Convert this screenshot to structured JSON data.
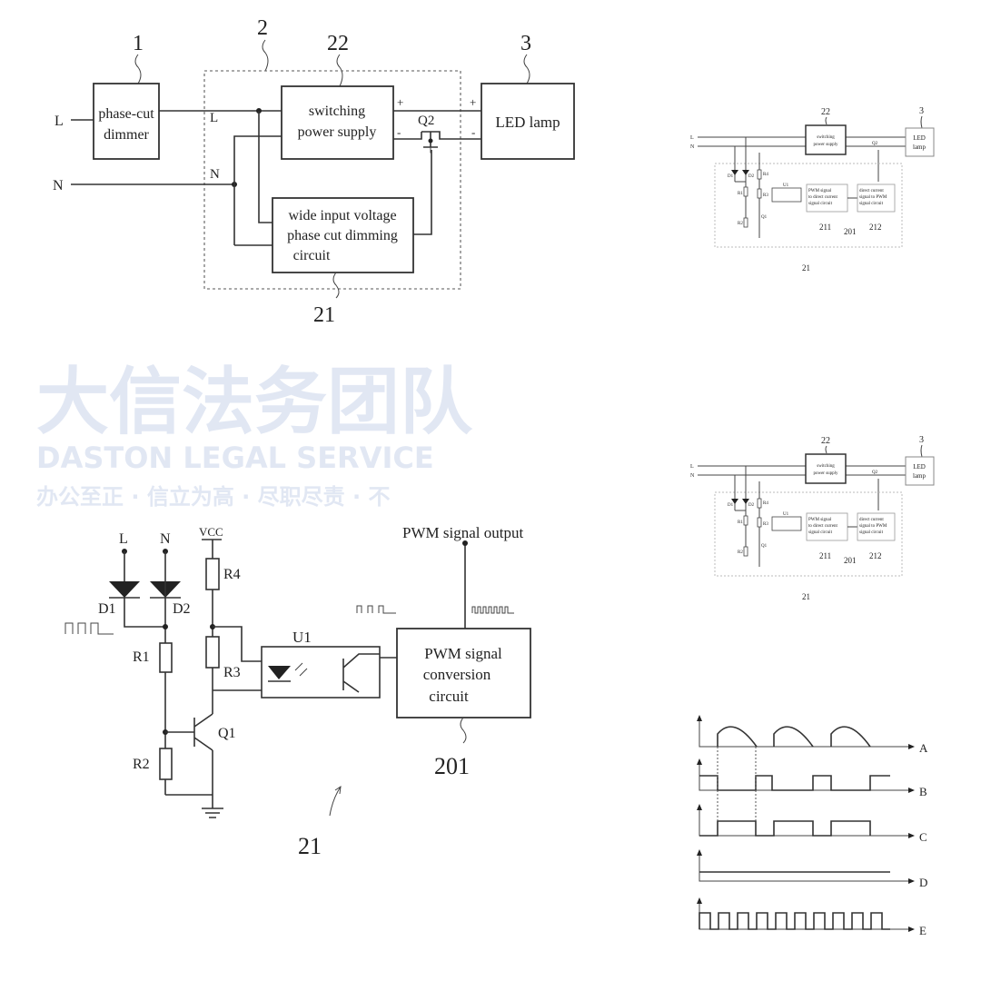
{
  "figure1": {
    "ref_1": "1",
    "ref_2": "2",
    "ref_22": "22",
    "ref_3": "3",
    "ref_21": "21",
    "L": "L",
    "N": "N",
    "L_inner": "L",
    "N_inner": "N",
    "dimmer": [
      "phase-cut",
      "dimmer"
    ],
    "power_supply": [
      "switching",
      "power supply"
    ],
    "led_lamp": "LED lamp",
    "q2": "Q2",
    "plus": "+",
    "minus": "-",
    "dimming_circuit": [
      "wide input voltage",
      "phase cut dimming",
      "circuit"
    ]
  },
  "figure_mini": {
    "ref_22": "22",
    "ref_3": "3",
    "ref_21": "21",
    "ref_211": "211",
    "ref_201": "201",
    "ref_212": "212",
    "L": "L",
    "N": "N",
    "q2": "Q2",
    "power_supply": [
      "switching",
      "power supply"
    ],
    "led_lamp": [
      "LED",
      "lamp"
    ],
    "pwm_to_dc": [
      "PWM signal",
      "to direct current",
      "signal circuit"
    ],
    "dc_to_pwm": [
      "direct current",
      "signal to PWM",
      "signal circuit"
    ],
    "d1": "D1",
    "d2": "D2",
    "r1": "R1",
    "r2": "R2",
    "r3": "R3",
    "r4": "R4",
    "u1": "U1",
    "q1": "Q1"
  },
  "figure3": {
    "L": "L",
    "N": "N",
    "vcc": "VCC",
    "d1": "D1",
    "d2": "D2",
    "r1": "R1",
    "r2": "R2",
    "r3": "R3",
    "r4": "R4",
    "u1": "U1",
    "q1": "Q1",
    "pwm_output": "PWM signal output",
    "pwm_box": [
      "PWM signal",
      "conversion",
      "circuit"
    ],
    "ref_201": "201",
    "ref_21": "21"
  },
  "waveforms": {
    "labels": [
      "A",
      "B",
      "C",
      "D",
      "E"
    ]
  },
  "watermark": {
    "chinese": "大信法务团队",
    "english": "DASTON LEGAL SERVICE",
    "slogan": "办公至正 · 信立为高 · 尽职尽责 · 不"
  }
}
